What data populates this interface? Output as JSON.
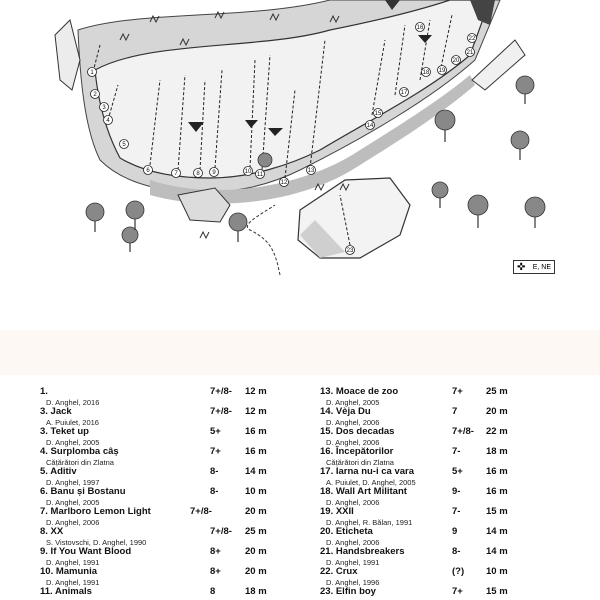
{
  "topo": {
    "route_numbers": [
      "1",
      "2",
      "3",
      "4",
      "5",
      "6",
      "7",
      "8",
      "9",
      "10",
      "11",
      "12",
      "13",
      "14",
      "15",
      "16",
      "17",
      "18",
      "19",
      "20",
      "21",
      "22",
      "23"
    ],
    "compass_label": "E, NE"
  },
  "routes_left": [
    {
      "name": "1.",
      "author": "D. Anghel, 2016",
      "grade": "7+/8-",
      "length": "12 m"
    },
    {
      "name": "3. Jack",
      "author": "A. Puiulet, 2016",
      "grade": "7+/8-",
      "length": "12 m"
    },
    {
      "name": "3.  Teket up",
      "author": "D. Anghel, 2005",
      "grade": "5+",
      "length": "16 m"
    },
    {
      "name": "4.  Surplomba câș",
      "author": "Cățărători din Zlatna",
      "grade": "7+",
      "length": "16 m"
    },
    {
      "name": "5. Aditiv",
      "author": "D. Anghel, 1997",
      "grade": "8-",
      "length": "14 m"
    },
    {
      "name": "6. Banu și Bostanu",
      "author": "D. Anghel, 2005",
      "grade": "8-",
      "length": "10 m"
    },
    {
      "name": "7.  Marlboro Lemon Light",
      "author": "D. Anghel, 2006",
      "grade": "7+/8-",
      "length": "20 m"
    },
    {
      "name": "8.  XX",
      "author": "S. Vistovschi, D. Anghel, 1990",
      "grade": "7+/8-",
      "length": "25 m"
    },
    {
      "name": "9. If You Want Blood",
      "author": "D. Anghel, 1991",
      "grade": "8+",
      "length": "20 m"
    },
    {
      "name": "10.  Mamunia",
      "author": "D. Anghel, 1991",
      "grade": "8+",
      "length": "20 m"
    },
    {
      "name": "11.  Animals",
      "author": "",
      "grade": "8",
      "length": "18 m"
    }
  ],
  "routes_right": [
    {
      "name": "13. Moace de zoo",
      "author": "D. Anghel, 2005",
      "grade": "7+",
      "length": "25 m"
    },
    {
      "name": "14. Vèja Du",
      "author": "D. Anghel, 2006",
      "grade": "7",
      "length": "20 m"
    },
    {
      "name": "15. Dos decadas",
      "author": "D. Anghel, 2006",
      "grade": "7+/8-",
      "length": "22 m"
    },
    {
      "name": "16. Începătorilor",
      "author": "Cățărători din Zlatna",
      "grade": "7-",
      "length": "18 m"
    },
    {
      "name": "17. Iarna nu-i ca vara",
      "author": "A. Puiulet, D. Anghel, 2005",
      "grade": "5+",
      "length": "16 m"
    },
    {
      "name": "18. Wall Art Militant",
      "author": "D. Anghel, 2006",
      "grade": "9-",
      "length": "16 m"
    },
    {
      "name": "19. XXII",
      "author": "D. Anghel, R. Bălan, 1991",
      "grade": "7-",
      "length": "15 m"
    },
    {
      "name": "20. Eticheta",
      "author": "D. Anghel, 2006",
      "grade": "9",
      "length": "14 m"
    },
    {
      "name": "21. Handsbreakers",
      "author": "D. Anghel, 1991",
      "grade": "8-",
      "length": "14 m"
    },
    {
      "name": "22. Crux",
      "author": "D. Anghel, 1996",
      "grade": "(?)",
      "length": "10 m"
    },
    {
      "name": "23. Elfin boy",
      "author": "",
      "grade": "7+",
      "length": "15 m"
    }
  ]
}
